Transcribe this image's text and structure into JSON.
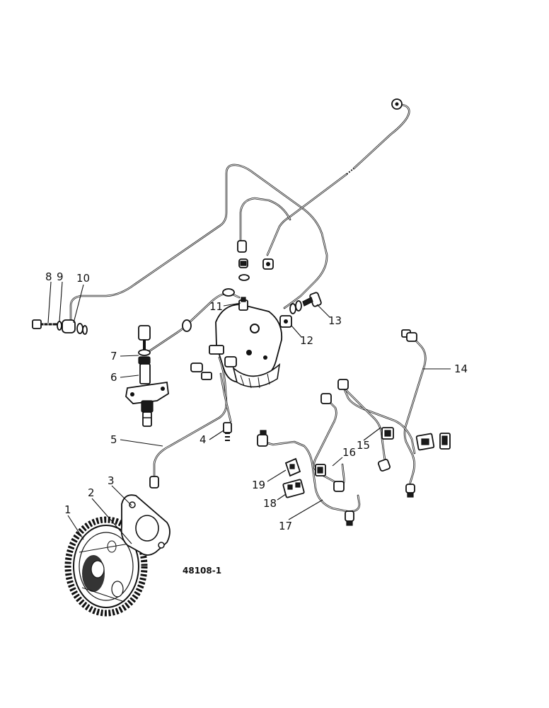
{
  "figure_code": "48108-1",
  "callouts": [
    {
      "id": "callout-1",
      "label": "1"
    },
    {
      "id": "callout-2",
      "label": "2"
    },
    {
      "id": "callout-3",
      "label": "3"
    },
    {
      "id": "callout-4",
      "label": "4"
    },
    {
      "id": "callout-5",
      "label": "5"
    },
    {
      "id": "callout-6",
      "label": "6"
    },
    {
      "id": "callout-7",
      "label": "7"
    },
    {
      "id": "callout-8",
      "label": "8"
    },
    {
      "id": "callout-9",
      "label": "9"
    },
    {
      "id": "callout-10",
      "label": "10"
    },
    {
      "id": "callout-11",
      "label": "11"
    },
    {
      "id": "callout-12",
      "label": "12"
    },
    {
      "id": "callout-13",
      "label": "13"
    },
    {
      "id": "callout-14",
      "label": "14"
    },
    {
      "id": "callout-15",
      "label": "15"
    },
    {
      "id": "callout-16",
      "label": "16"
    },
    {
      "id": "callout-17",
      "label": "17"
    },
    {
      "id": "callout-18",
      "label": "18"
    },
    {
      "id": "callout-19",
      "label": "19"
    }
  ]
}
